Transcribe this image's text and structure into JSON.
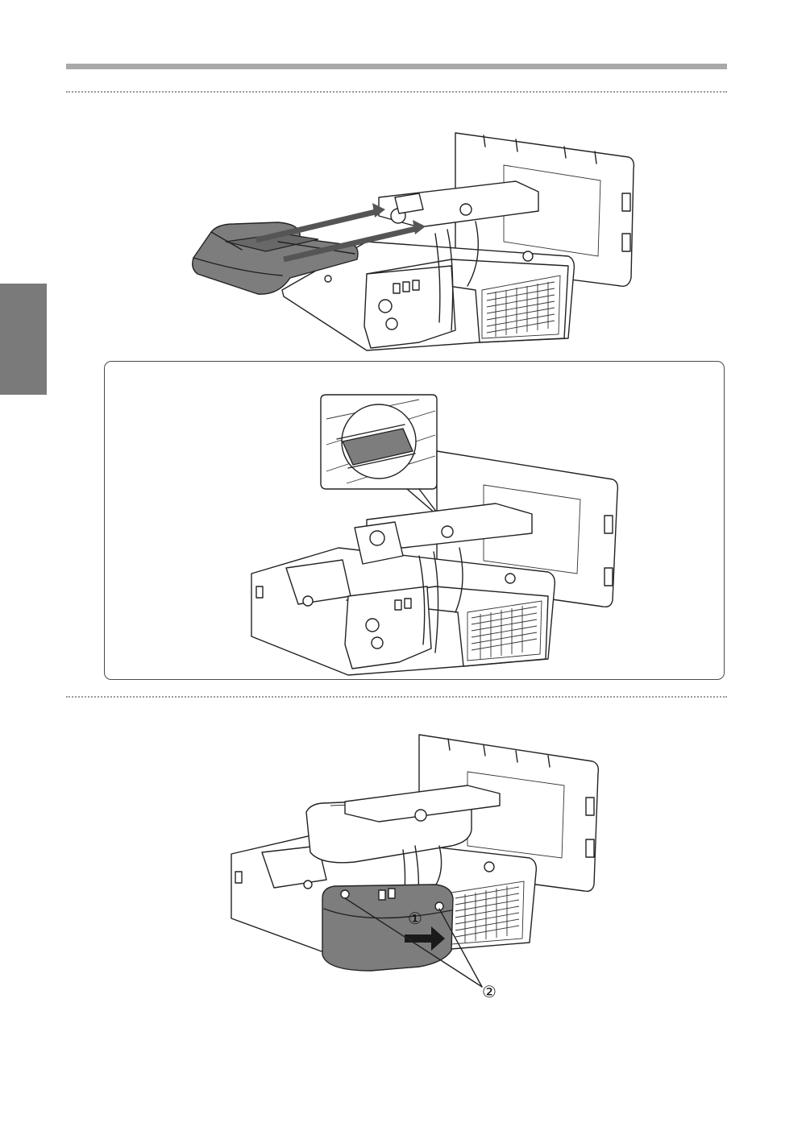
{
  "page": {
    "side_tab_color": "#7a7a7a",
    "accent_grey": "#7d7d7d"
  },
  "figures": {
    "step2": {
      "icon": "projector-cover-attach-illustration"
    },
    "note": {
      "icon": "projector-cover-detail-illustration"
    },
    "step3": {
      "icon": "projector-cover-slide-illustration",
      "callouts": [
        "①",
        "②"
      ]
    }
  }
}
